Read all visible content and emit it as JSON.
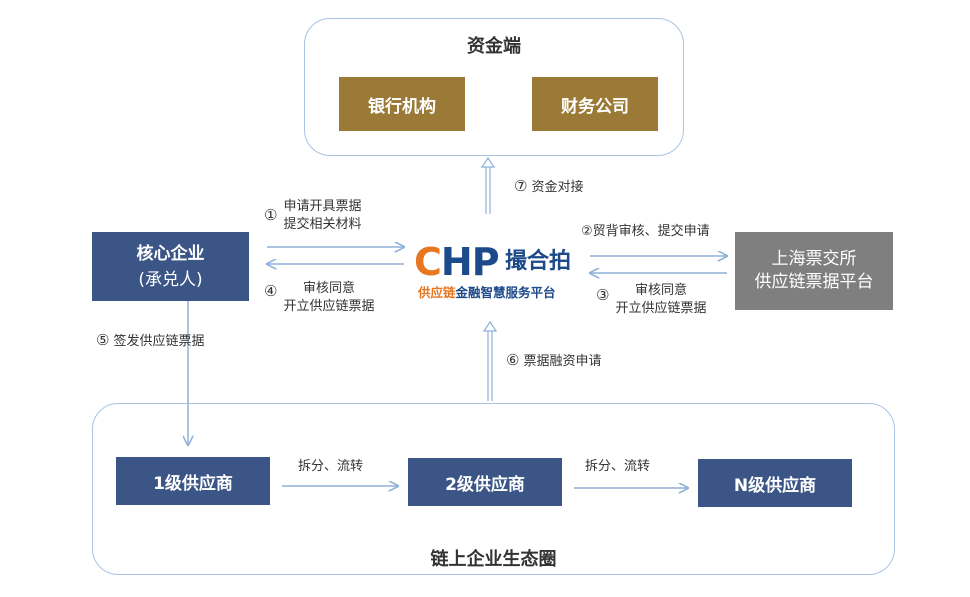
{
  "funds": {
    "title": "资金端",
    "bank": "银行机构",
    "finance": "财务公司"
  },
  "core": {
    "line1": "核心企业",
    "line2": "(承兑人)"
  },
  "exchange": {
    "line1": "上海票交所",
    "line2": "供应链票据平台"
  },
  "platform": {
    "logo_c": "C",
    "logo_hp": "HP",
    "name": "撮合拍",
    "sub_orange": "供应链",
    "sub_blue": "金融智慧服务平台"
  },
  "ecosystem": {
    "title": "链上企业生态圈",
    "tier1": "1级供应商",
    "tier2": "2级供应商",
    "tierN": "N级供应商",
    "split1": "拆分、流转",
    "split2": "拆分、流转"
  },
  "steps": {
    "s1_num": "①",
    "s1_line1": "申请开具票据",
    "s1_line2": "提交相关材料",
    "s2": "②贸背审核、提交申请",
    "s3_num": "③",
    "s3_line1": "审核同意",
    "s3_line2": "开立供应链票据",
    "s4_num": "④",
    "s4_line1": "审核同意",
    "s4_line2": "开立供应链票据",
    "s5_num": "⑤",
    "s5": "签发供应链票据",
    "s6_num": "⑥",
    "s6": "票据融资申请",
    "s7_num": "⑦",
    "s7": "资金对接"
  },
  "colors": {
    "gold": "#9a7a36",
    "navy": "#3a5586",
    "gray": "#7f7f7f",
    "panel_border": "#a9c4e3",
    "arrow": "#8fb1d9",
    "logo_orange": "#e87722",
    "logo_blue": "#1d4a8a"
  }
}
